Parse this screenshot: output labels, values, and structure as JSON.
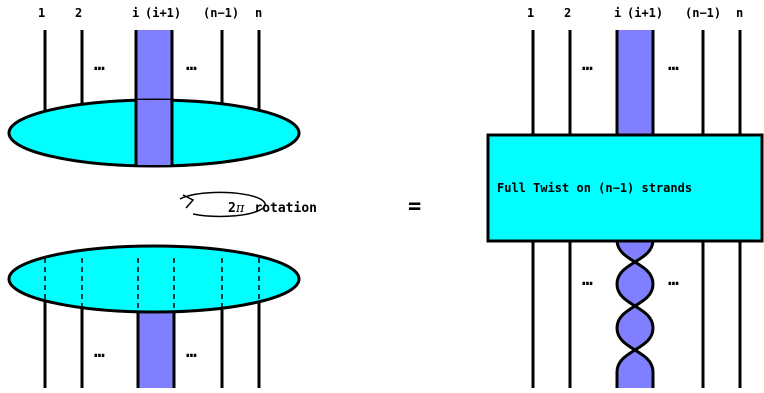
{
  "colors": {
    "cyan": "#00ffff",
    "purple_strand": "#7f7fff",
    "stroke": "#000000",
    "background": "#ffffff"
  },
  "left": {
    "strand_labels": [
      "1",
      "2",
      "i",
      "(i+1)",
      "(n−1)",
      "n"
    ],
    "ellipsis_left": "…",
    "ellipsis_right": "…",
    "rotation_prefix": "2",
    "rotation_symbol": "π",
    "rotation_suffix": "rotation"
  },
  "equals_sign": "=",
  "right": {
    "strand_labels": [
      "1",
      "2",
      "i",
      "(i+1)",
      "(n−1)",
      "n"
    ],
    "ellipsis_left": "…",
    "ellipsis_right": "…",
    "box_label": "Full Twist on (n−1) strands"
  }
}
